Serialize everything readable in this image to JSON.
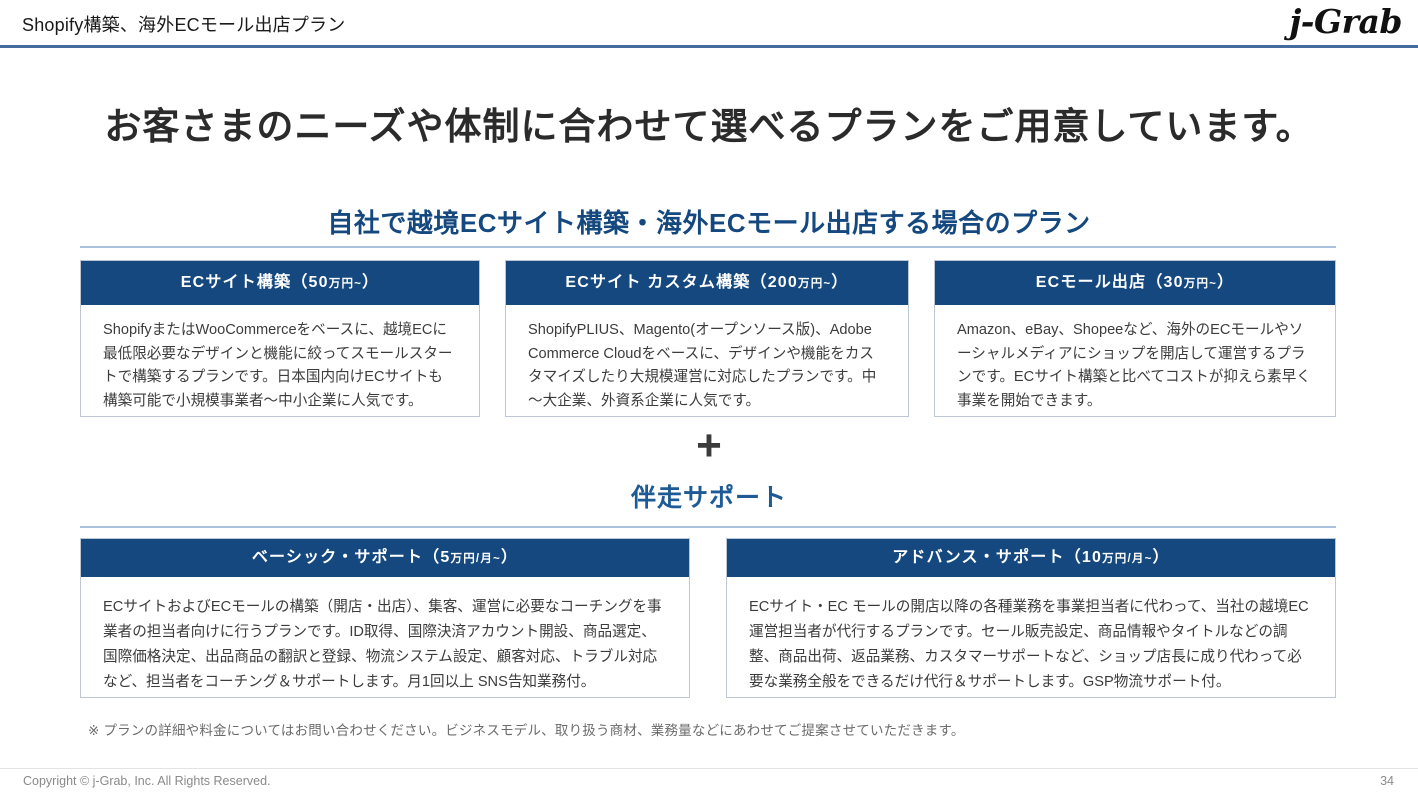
{
  "header": {
    "title": "Shopify構築、海外ECモール出店プラン",
    "logo_text": "j-Grab",
    "rule_color": "#436b9e"
  },
  "main_title": "お客さまのニーズや体制に合わせて選べるプランをご用意しています。",
  "section": {
    "heading": "自社で越境ECサイト構築・海外ECモール出店する場合のプラン",
    "heading_color": "#14487f"
  },
  "plan_cards": [
    {
      "title_main": "ECサイト構築（50",
      "title_small": "万円~",
      "title_tail": "）",
      "body": "ShopifyまたはWooCommerceをベースに、越境ECに最低限必要なデザインと機能に絞ってスモールスタートで構築するプランです。日本国内向けECサイトも構築可能で小規模事業者～中小企業に人気です。"
    },
    {
      "title_main": "ECサイト カスタム構築（200",
      "title_small": "万円~",
      "title_tail": "）",
      "body": "ShopifyPLIUS、Magento(オープンソース版)、Adobe Commerce Cloudをベースに、デザインや機能をカスタマイズしたり大規模運営に対応したプランです。中～大企業、外資系企業に人気です。"
    },
    {
      "title_main": "ECモール出店（30",
      "title_small": "万円~",
      "title_tail": "）",
      "body": "Amazon、eBay、Shopeeなど、海外のECモールやソーシャルメディアにショップを開店して運営するプランです。ECサイト構築と比べてコストが抑えら素早く事業を開始できます。"
    }
  ],
  "connector": {
    "plus": "+",
    "label": "伴走サポート",
    "label_color": "#1e5a96"
  },
  "support_cards": [
    {
      "title_main": "ベーシック・サポート（5",
      "title_small": "万円/月~",
      "title_tail": "）",
      "body": "ECサイトおよびECモールの構築（開店・出店）、集客、運営に必要なコーチングを事業者の担当者向けに行うプランです。ID取得、国際決済アカウント開設、商品選定、国際価格決定、出品商品の翻訳と登録、物流システム設定、顧客対応、トラブル対応など、担当者をコーチング＆サポートします。月1回以上 SNS告知業務付。"
    },
    {
      "title_main": "アドバンス・サポート（10",
      "title_small": "万円/月~",
      "title_tail": "）",
      "body": "ECサイト・EC モールの開店以降の各種業務を事業担当者に代わって、当社の越境EC 運営担当者が代行するプランです。セール販売設定、商品情報やタイトルなどの調整、商品出荷、返品業務、カスタマーサポートなど、ショップ店長に成り代わって必要な業務全般をできるだけ代行＆サポートします。GSP物流サポート付。"
    }
  ],
  "footnote": "※ プランの詳細や料金についてはお問い合わせください。ビジネスモデル、取り扱う商材、業務量などにあわせてご提案させていただきます。",
  "footer": {
    "copyright": "Copyright © j-Grab, Inc. All Rights Reserved.",
    "page_number": "34"
  },
  "colors": {
    "brand_blue": "#14487f",
    "rule_blue": "#436b9e",
    "divider_blue": "#a9c2dd",
    "card_border": "#bcc6d4",
    "body_text": "#3c3c3c",
    "muted_text": "#8a8a8a"
  }
}
